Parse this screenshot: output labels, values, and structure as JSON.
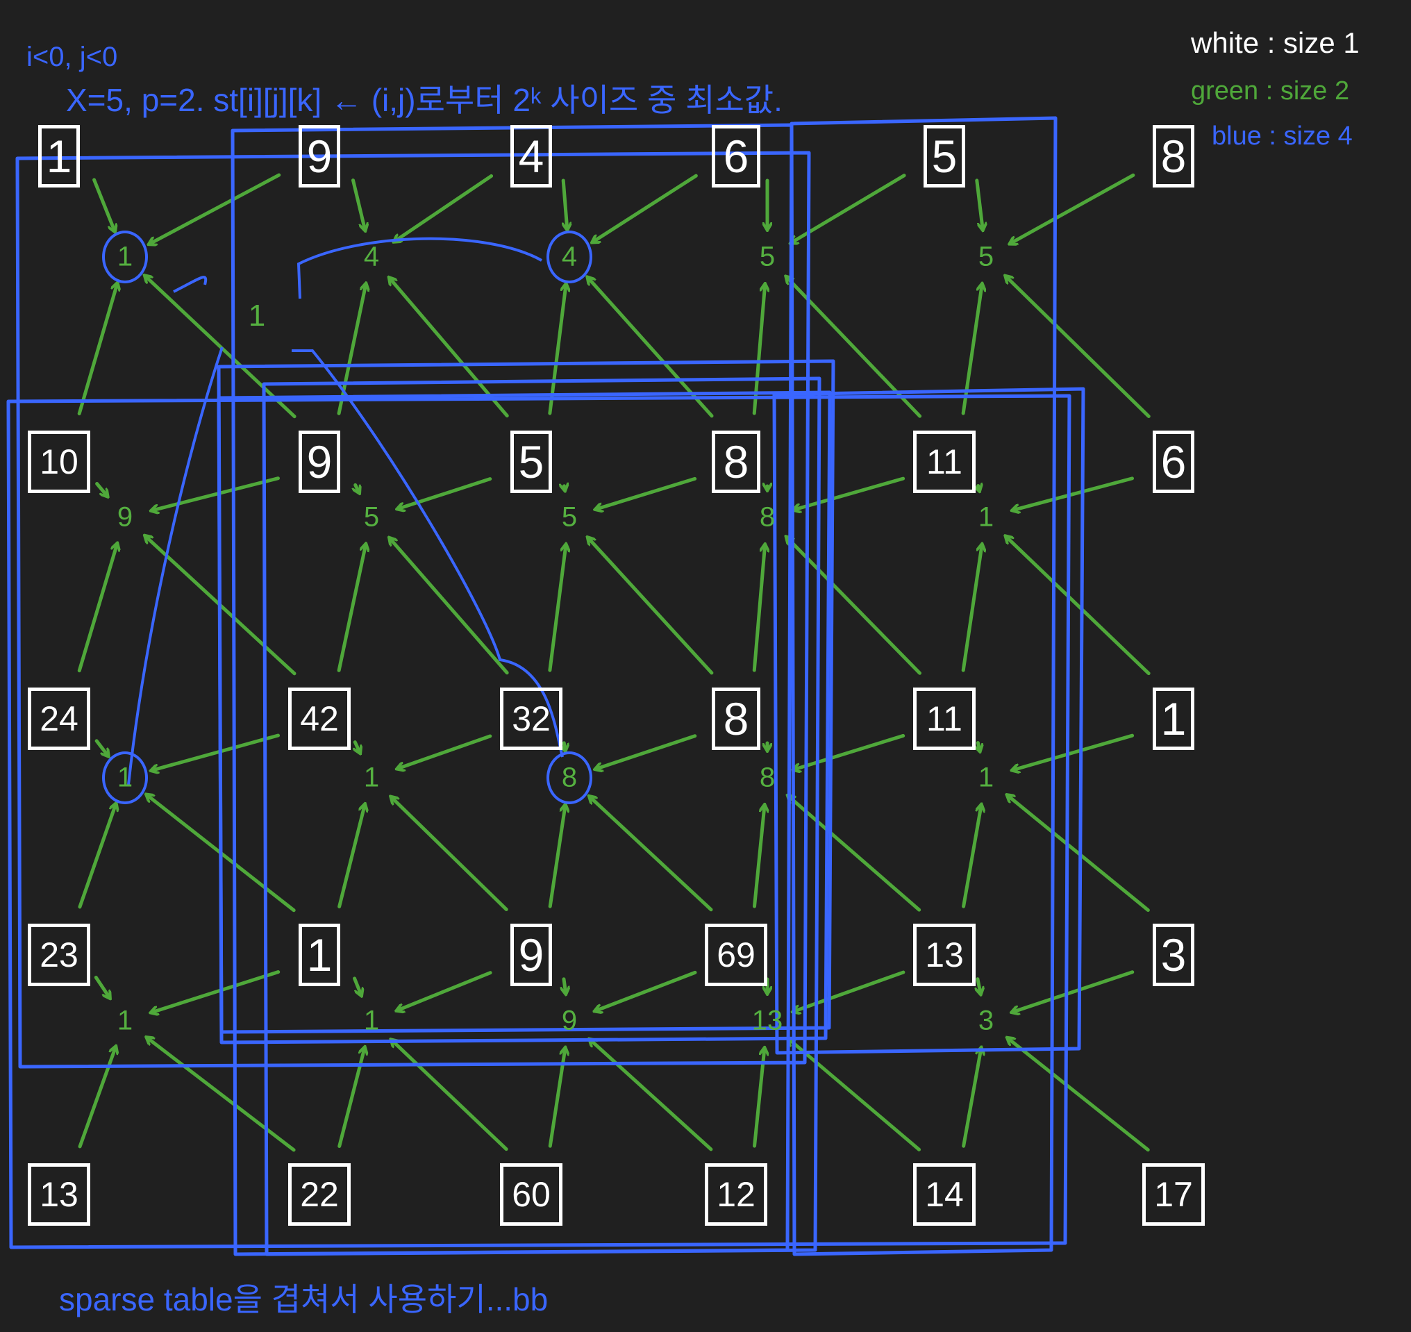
{
  "header": {
    "line1": "i<0, j<0",
    "line2": "X=5, p=2. st[i][j][k] ← (i,j)로부터 2ᵏ 사이즈 중 최소값."
  },
  "legend": {
    "white": "white : size 1",
    "green": "green : size 2",
    "blue": "blue : size 4"
  },
  "footer": "sparse table을 겹쳐서 사용하기...bb",
  "colors": {
    "background": "#202020",
    "white": "#ffffff",
    "green": "#4fa83a",
    "blue": "#3a66ff"
  },
  "grid": [
    [
      "1",
      "9",
      "4",
      "6",
      "5",
      "8"
    ],
    [
      "10",
      "9",
      "5",
      "8",
      "11",
      "6"
    ],
    [
      "24",
      "42",
      "32",
      "8",
      "11",
      "1"
    ],
    [
      "23",
      "1",
      "9",
      "69",
      "13",
      "3"
    ],
    [
      "13",
      "22",
      "60",
      "12",
      "14",
      "17"
    ]
  ],
  "size2_minima": [
    [
      "1",
      "4",
      "4",
      "5",
      "5"
    ],
    [
      "9",
      "5",
      "5",
      "8",
      "1"
    ],
    [
      "1",
      "1",
      "8",
      "8",
      "1"
    ],
    [
      "1",
      "1",
      "9",
      "13",
      "3"
    ]
  ],
  "size4_side_note": "1",
  "st_cell": "st[i][j][k]",
  "arrow_text": "← (i,j)"
}
